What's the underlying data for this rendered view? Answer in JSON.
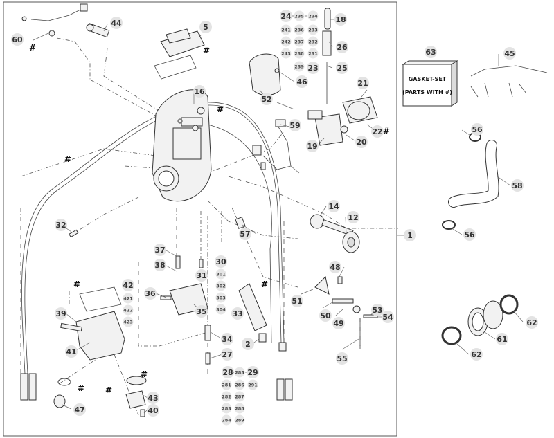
{
  "diagram": {
    "gasket_set_line1": "GASKET-SET",
    "gasket_set_line2": "(PARTS WITH #)",
    "hash_marker": "#",
    "callouts": [
      "1",
      "2",
      "5",
      "12",
      "14",
      "16",
      "18",
      "19",
      "20",
      "21",
      "22",
      "23",
      "24",
      "25",
      "26",
      "27",
      "28",
      "29",
      "30",
      "31",
      "32",
      "33",
      "34",
      "35",
      "36",
      "37",
      "38",
      "39",
      "40",
      "41",
      "42",
      "43",
      "44",
      "45",
      "46",
      "47",
      "48",
      "49",
      "50",
      "51",
      "52",
      "53",
      "54",
      "55",
      "56",
      "56",
      "57",
      "58",
      "59",
      "60",
      "61",
      "62",
      "62",
      "63"
    ],
    "sub_numbers": [
      "235",
      "234",
      "241",
      "236",
      "233",
      "242",
      "237",
      "232",
      "243",
      "238",
      "231",
      "239",
      "301",
      "302",
      "303",
      "304",
      "421",
      "422",
      "423",
      "281",
      "282",
      "283",
      "284",
      "285",
      "286",
      "287",
      "288",
      "289",
      "291"
    ]
  }
}
